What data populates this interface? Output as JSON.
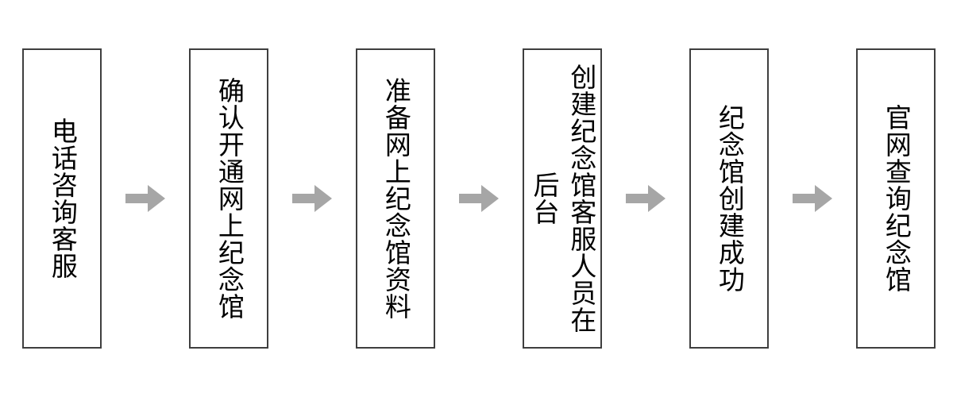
{
  "diagram": {
    "type": "horizontal-process-flow",
    "background_color": "#ffffff",
    "box_border_color": "#3f3f3f",
    "box_fill_color": "#ffffff",
    "text_color": "#000000",
    "arrow_color": "#a6a6a6",
    "text_direction": "vertical-rl",
    "step_count": 6,
    "arrow_count": 5,
    "steps": [
      {
        "index": 1,
        "label": "电话咨询客服",
        "char_count": 6,
        "columns": 1
      },
      {
        "index": 2,
        "label": "确认开通网上纪念馆",
        "char_count": 8,
        "columns": 1
      },
      {
        "index": 3,
        "label": "准备网上纪念馆资料",
        "char_count": 9,
        "columns": 1
      },
      {
        "index": 4,
        "label": "创建纪念馆客服人员在后台",
        "char_count": 12,
        "columns": 2
      },
      {
        "index": 5,
        "label": "纪念馆创建成功",
        "char_count": 7,
        "columns": 1
      },
      {
        "index": 6,
        "label": "官网查询纪念馆",
        "char_count": 7,
        "columns": 1
      }
    ],
    "arrows": [
      {
        "index": 1,
        "from_step": 1,
        "to_step": 2,
        "direction": "right"
      },
      {
        "index": 2,
        "from_step": 2,
        "to_step": 3,
        "direction": "right"
      },
      {
        "index": 3,
        "from_step": 3,
        "to_step": 4,
        "direction": "right"
      },
      {
        "index": 4,
        "from_step": 4,
        "to_step": 5,
        "direction": "right"
      },
      {
        "index": 5,
        "from_step": 5,
        "to_step": 6,
        "direction": "right"
      }
    ]
  }
}
